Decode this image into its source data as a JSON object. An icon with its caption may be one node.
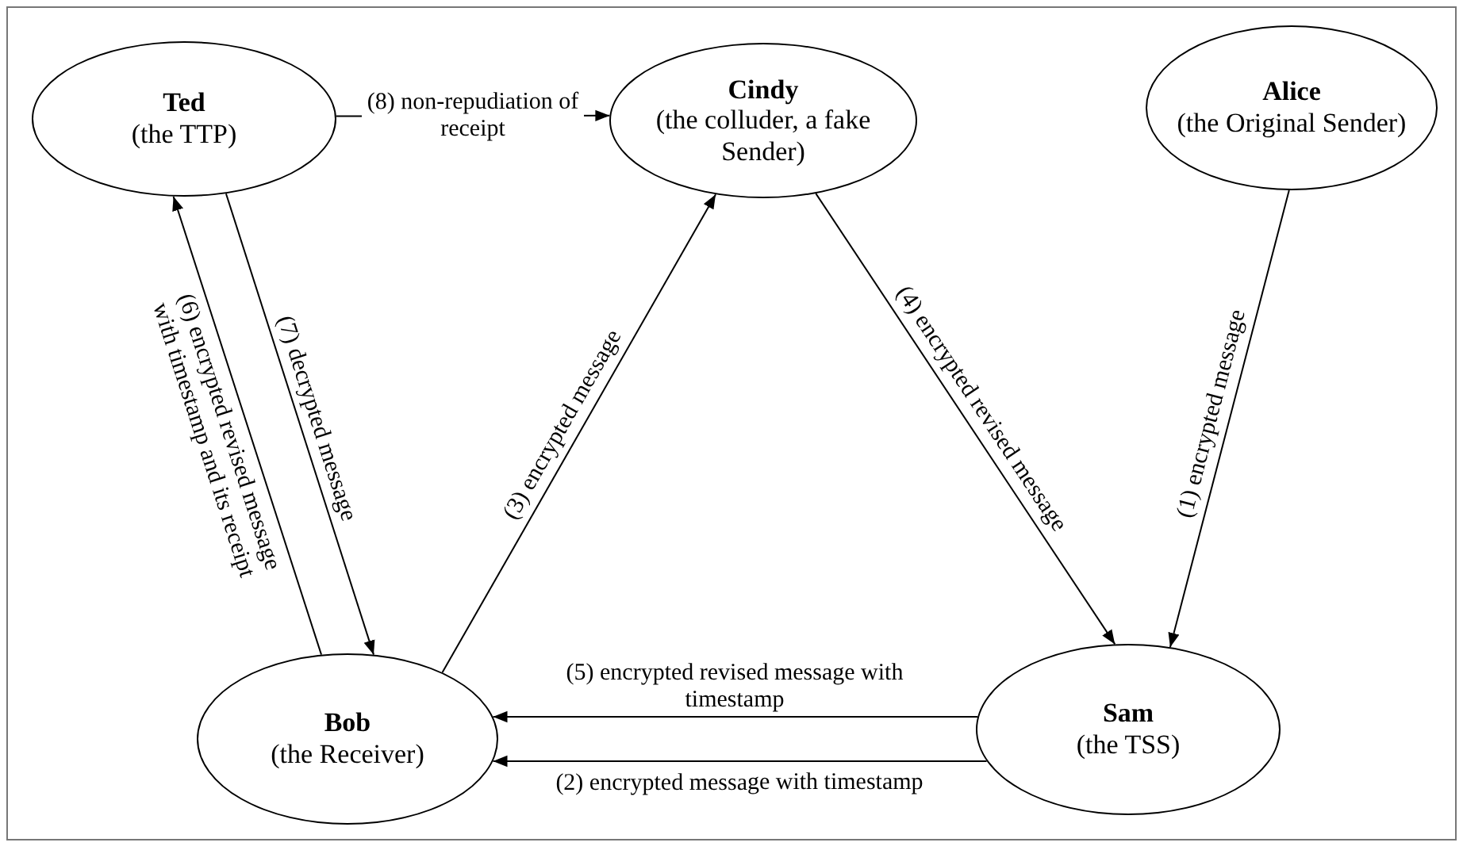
{
  "diagram": {
    "nodes": [
      {
        "text": [
          "Ted",
          "(the TTP)"
        ]
      },
      {
        "text": [
          "Cindy",
          "(the colluder, a fake Sender)"
        ]
      },
      {
        "text": [
          "Alice",
          "(the Original Sender)"
        ]
      },
      {
        "text": [
          "Bob",
          "(the Receiver)"
        ]
      },
      {
        "text": [
          "Sam",
          "(the TSS)"
        ]
      }
    ],
    "edges": [
      {
        "from": 2,
        "to": 4,
        "arrow": "to",
        "label": "(1) encrypted message"
      },
      {
        "from": 4,
        "to": 3,
        "arrow": "to",
        "label": "(2) encrypted message with timestamp"
      },
      {
        "from": 3,
        "to": 1,
        "arrow": "to",
        "label": "(3) encrypted message"
      },
      {
        "from": 1,
        "to": 4,
        "arrow": "to",
        "label": "(4) encrypted revised message"
      },
      {
        "from": 4,
        "to": 3,
        "arrow": "to",
        "label": "(5) encrypted revised message with timestamp"
      },
      {
        "from": 3,
        "to": 0,
        "arrow": "to",
        "label": "(6) encrypted revised message with timestamp and its receipt"
      },
      {
        "from": 0,
        "to": 3,
        "arrow": "to",
        "label": "(7) decrypted message"
      },
      {
        "from": 0,
        "to": 1,
        "arrow": "to",
        "label": "(8) non-repudiation of receipt"
      }
    ]
  }
}
